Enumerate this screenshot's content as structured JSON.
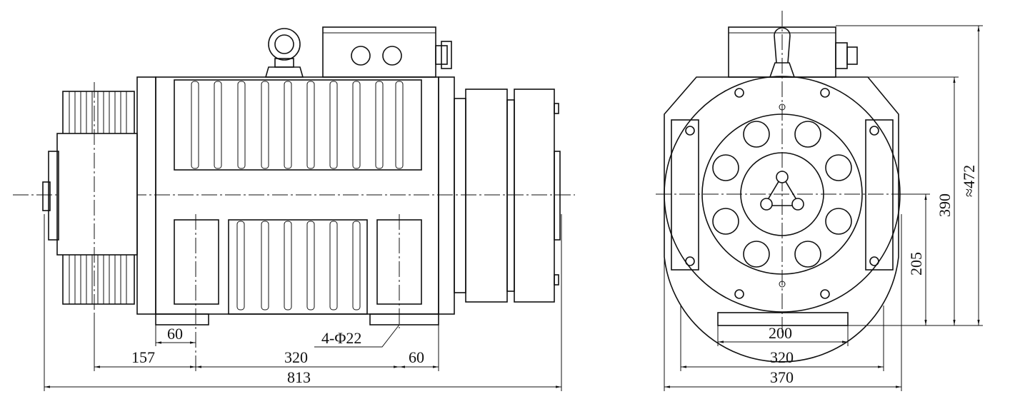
{
  "side_view": {
    "dims": {
      "d60_left": "60",
      "d157": "157",
      "d320": "320",
      "d60_right": "60",
      "d813": "813",
      "holes": "4-Φ22"
    }
  },
  "front_view": {
    "dims": {
      "d200": "200",
      "d320": "320",
      "d370": "370",
      "d205": "205",
      "d390": "390",
      "d472": "≈472"
    }
  }
}
